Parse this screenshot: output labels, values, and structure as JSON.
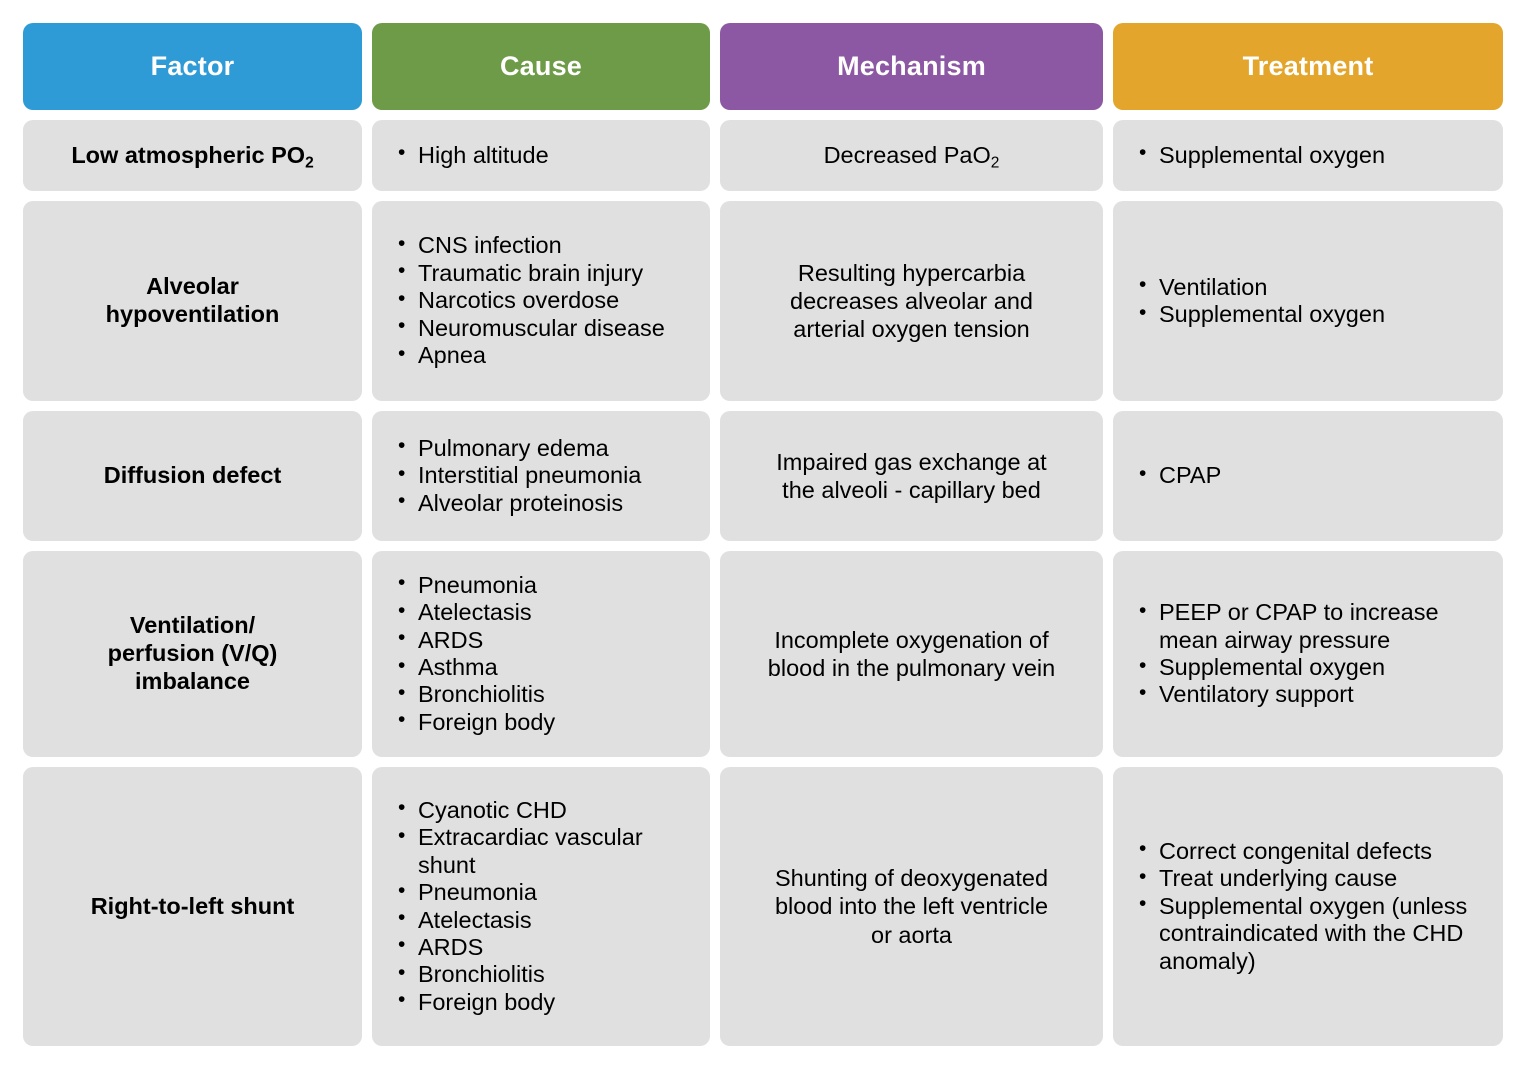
{
  "table": {
    "headers": [
      {
        "label": "Factor",
        "color": "#2e9bd6"
      },
      {
        "label": "Cause",
        "color": "#6e9b47"
      },
      {
        "label": "Mechanism",
        "color": "#8c57a3"
      },
      {
        "label": "Treatment",
        "color": "#e3a52b"
      }
    ],
    "cell_background": "#e0e0e0",
    "rows": [
      {
        "factor": "Low atmospheric PO2",
        "factor_base": "Low atmospheric PO",
        "factor_sub": "2",
        "causes": [
          "High altitude"
        ],
        "mechanism": "Decreased PaO2",
        "mechanism_base": "Decreased PaO",
        "mechanism_sub": "2",
        "treatments": [
          "Supplemental oxygen"
        ]
      },
      {
        "factor": "Alveolar\nhypoventilation",
        "causes": [
          "CNS infection",
          "Traumatic brain injury",
          "Narcotics overdose",
          "Neuromuscular disease",
          "Apnea"
        ],
        "mechanism": "Resulting hypercarbia\ndecreases alveolar and\narterial oxygen tension",
        "treatments": [
          "Ventilation",
          "Supplemental oxygen"
        ]
      },
      {
        "factor": "Diffusion defect",
        "causes": [
          "Pulmonary edema",
          "Interstitial pneumonia",
          "Alveolar proteinosis"
        ],
        "mechanism": "Impaired gas exchange at\nthe alveoli - capillary bed",
        "treatments": [
          "CPAP"
        ]
      },
      {
        "factor": "Ventilation/\nperfusion (V/Q)\nimbalance",
        "causes": [
          "Pneumonia",
          "Atelectasis",
          "ARDS",
          "Asthma",
          "Bronchiolitis",
          "Foreign body"
        ],
        "mechanism": "Incomplete oxygenation of\nblood in the pulmonary vein",
        "treatments": [
          "PEEP or CPAP to increase mean airway pressure",
          "Supplemental oxygen",
          "Ventilatory support"
        ]
      },
      {
        "factor": "Right-to-left shunt",
        "causes": [
          "Cyanotic CHD",
          "Extracardiac vascular shunt",
          "Pneumonia",
          "Atelectasis",
          "ARDS",
          "Bronchiolitis",
          "Foreign body"
        ],
        "mechanism": "Shunting of deoxygenated\nblood into the left ventricle\nor aorta",
        "treatments": [
          "Correct congenital defects",
          "Treat underlying cause",
          "Supplemental oxygen (unless contraindicated with the CHD anomaly)"
        ]
      }
    ]
  }
}
